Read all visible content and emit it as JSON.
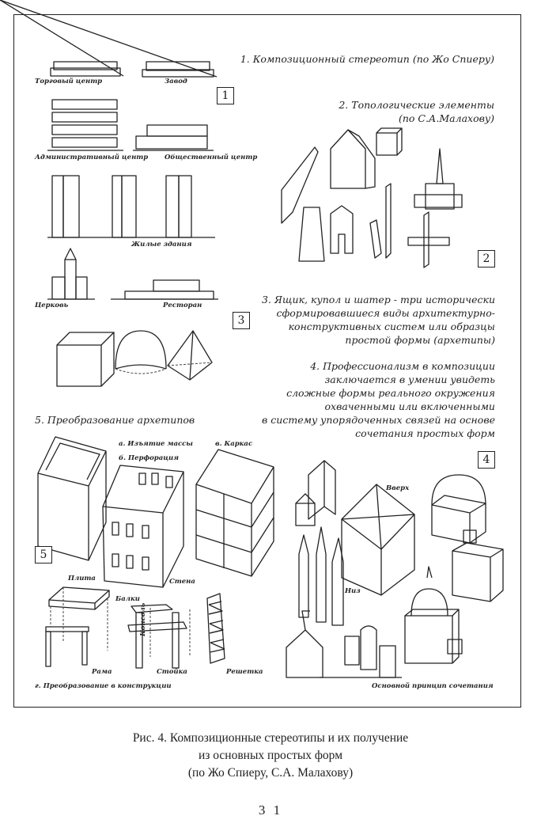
{
  "panel_numbers": [
    "1",
    "2",
    "3",
    "4",
    "5"
  ],
  "headings": {
    "h1": "1. Композиционный стереотип (по Жо Спиеру)",
    "h2_line1": "2. Топологические элементы",
    "h2_line2": "(по С.А.Малахову)",
    "h3_line1": "3. Ящик, купол и шатер - три исторически",
    "h3_line2": "сформировавшиеся виды архитектурно-",
    "h3_line3": "конструктивных  систем или образцы",
    "h3_line4": "простой формы (архетипы)",
    "h4_line1": "4. Профессионализм в композиции",
    "h4_line2": "заключается в умении увидеть",
    "h4_line3": "сложные формы реального окружения",
    "h4_line4": "охваченными или включенными",
    "h4_line5": "в систему упорядоченных связей на основе",
    "h4_line6": "сочетания простых форм",
    "h5": "5. Преобразование архетипов"
  },
  "labels": {
    "trade_center": "Торговый центр",
    "factory": "Завод",
    "admin_center": "Административный центр",
    "public_center": "Общественный центр",
    "residential": "Жилые здания",
    "church": "Церковь",
    "restaurant": "Ресторан",
    "mass_removal": "а. Изъятие массы",
    "perforation": "б. Перфорация",
    "frame": "в. Каркас",
    "wall": "Стена",
    "slab": "Плита",
    "beams": "Балки",
    "console": "Консоль",
    "rama": "Рама",
    "post": "Стойка",
    "lattice": "Решетка",
    "to_construction": "г. Преобразование в конструкции",
    "up": "Вверх",
    "down": "Низ",
    "combination_principle": "Основной принцип сочетания"
  },
  "caption": {
    "line1": "Рис. 4.  Композиционные стереотипы и их получение",
    "line2": "из основных простых форм",
    "line3": "(по Жо Спиеру, С.А. Малахову)"
  },
  "page_number": "3 1"
}
